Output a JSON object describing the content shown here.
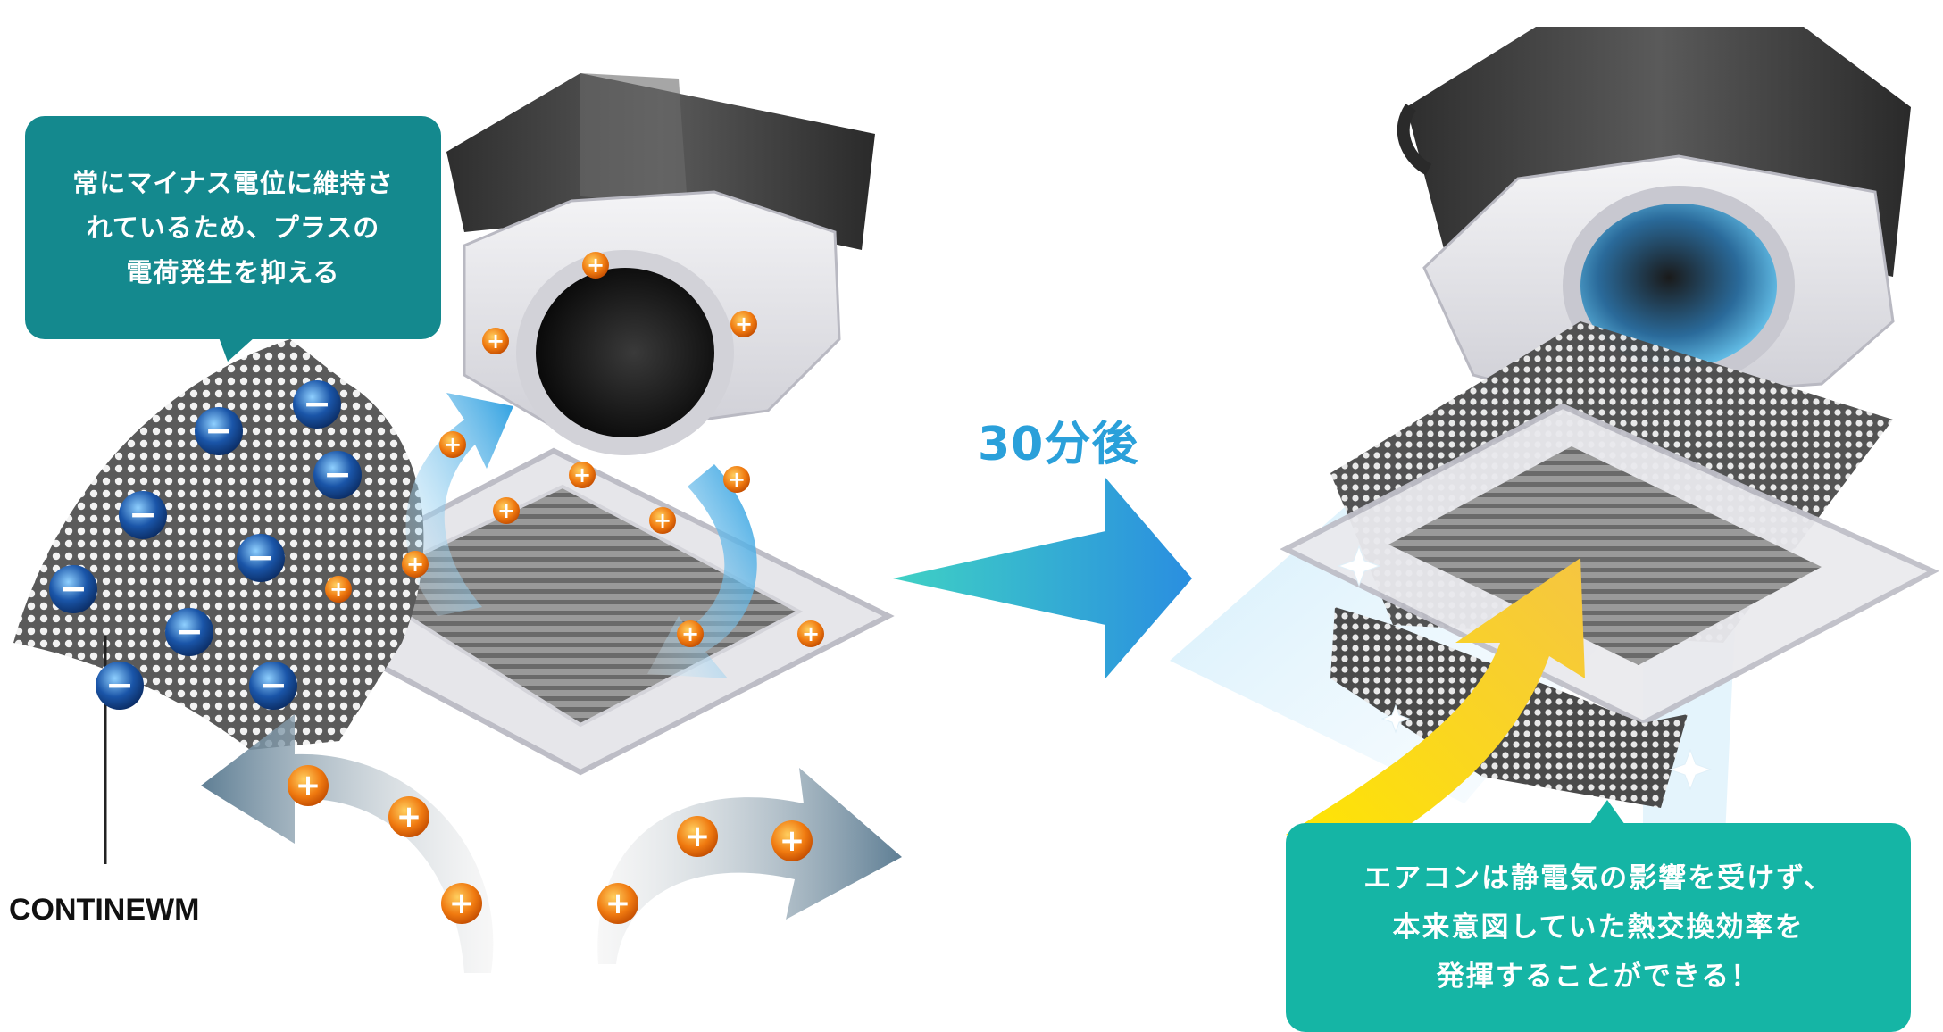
{
  "callout_left": {
    "lines": [
      "常にマイナス電位に維持さ",
      "れているため、プラスの",
      "電荷発生を抑える"
    ]
  },
  "time_label": "30分後",
  "material_label": "CONTINEWM",
  "callout_right": {
    "lines": [
      "エアコンは静電気の影響を受けず、",
      "本来意図していた熱交換効率を",
      "発揮することができる！"
    ]
  },
  "symbols": {
    "plus": "+",
    "minus": "−"
  },
  "colors": {
    "callout_left_bg": "#14898e",
    "callout_right_bg": "#15b5a5",
    "accent_blue": "#2aa0da",
    "plus_ion": "#f07a10",
    "minus_ion": "#1a55a8",
    "unit_dark": "#3c3c3c",
    "yellow_flow": "#ffe020"
  }
}
